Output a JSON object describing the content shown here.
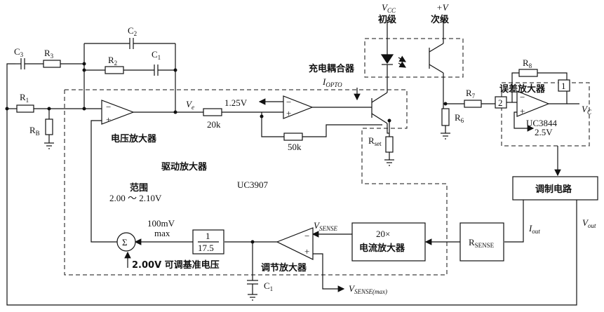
{
  "labels": {
    "c3": "C",
    "c3_sub": "3",
    "r3": "R",
    "r3_sub": "3",
    "c2": "C",
    "c2_sub": "2",
    "r2": "R",
    "r2_sub": "2",
    "c1_top": "C",
    "c1_top_sub": "1",
    "r1": "R",
    "r1_sub": "1",
    "rb": "R",
    "rb_sub": "B",
    "ve": "V",
    "ve_sub": "e",
    "v125": "1.25V",
    "r20k": "20k",
    "r50k": "50k",
    "rset": "R",
    "rset_sub": "set",
    "vcc": "V",
    "vcc_sub": "CC",
    "primary": "初级",
    "plusv": "+V",
    "secondary": "次级",
    "opto": "充电耦合器",
    "iopto": "I",
    "iopto_sub": "OPTO",
    "r7": "R",
    "r7_sub": "7",
    "r8": "R",
    "r8_sub": "8",
    "r6": "R",
    "r6_sub": "6",
    "err_amp": "误差放大器",
    "pin1": "1",
    "pin2": "2",
    "vc": "V",
    "vc_sub": "C",
    "uc3844": "UC3844",
    "v25": "2.5V",
    "volt_amp": "电压放大器",
    "drive_amp": "驱动放大器",
    "uc3907": "UC3907",
    "range": "范围",
    "range_val": "2.00 ～ 2.10V",
    "mod_circuit": "调制电路",
    "rsense": "R",
    "rsense_sub": "SENSE",
    "iout": "I",
    "iout_sub": "out",
    "vout": "V",
    "vout_sub": "out",
    "cur_amp_gain": "20×",
    "cur_amp": "电流放大器",
    "vsense": "V",
    "vsense_sub": "SENSE",
    "vsense_max": "V",
    "vsense_max_sub": "SENSE(max)",
    "adj_amp": "调节放大器",
    "c1_bot": "C",
    "c1_bot_sub": "1",
    "mv100": "100mV",
    "max": "max",
    "frac_num": "1",
    "frac_den": "17.5",
    "sum": "Σ",
    "ref": "2.00V 可调基准电压",
    "plus": "+",
    "minus": "−"
  }
}
